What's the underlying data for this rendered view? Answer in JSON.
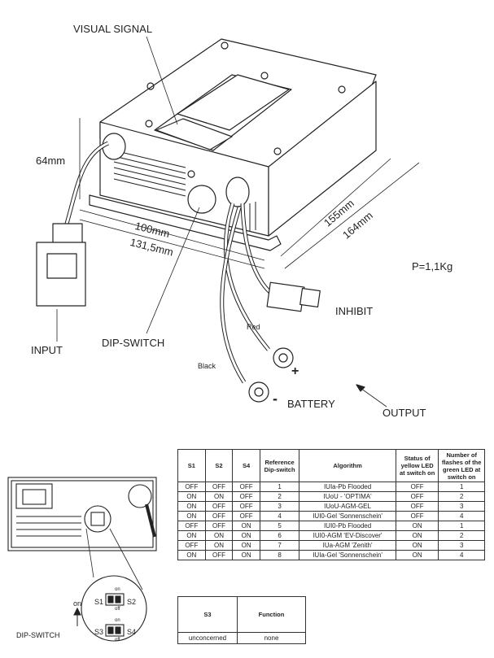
{
  "labels": {
    "visual_signal": "VISUAL SIGNAL",
    "height": "64mm",
    "width_100": "100mm",
    "width_131": "131,5mm",
    "len_155": "155mm",
    "len_164": "164mm",
    "weight": "P=1,1Kg",
    "inhibit": "INHIBIT",
    "input": "INPUT",
    "dip_switch": "DIP-SWITCH",
    "red": "Red",
    "black": "Black",
    "plus": "+",
    "minus": "-",
    "battery": "BATTERY",
    "output": "OUTPUT",
    "on": "on",
    "dip_switch_2": "DIP-SWITCH",
    "s1": "S1",
    "s2": "S2",
    "s3": "S3",
    "s4": "S4",
    "off1": "off",
    "off2": "off",
    "on_small1": "on",
    "on_small2": "on"
  },
  "algo_table": {
    "headers": [
      "S1",
      "S2",
      "S4",
      "Reference Dip-switch",
      "Algorithm",
      "Status of yellow LED at switch on",
      "Number of flashes of the green LED at switch on"
    ],
    "rows": [
      [
        "OFF",
        "OFF",
        "OFF",
        "1",
        "IUIa-Pb Flooded",
        "OFF",
        "1"
      ],
      [
        "ON",
        "ON",
        "OFF",
        "2",
        "IUoU - 'OPTIMA'",
        "OFF",
        "2"
      ],
      [
        "ON",
        "OFF",
        "OFF",
        "3",
        "IUoU-AGM-GEL",
        "OFF",
        "3"
      ],
      [
        "ON",
        "OFF",
        "OFF",
        "4",
        "IUI0-Gel 'Sonnenschein'",
        "OFF",
        "4"
      ],
      [
        "OFF",
        "OFF",
        "ON",
        "5",
        "IUI0-Pb Flooded",
        "ON",
        "1"
      ],
      [
        "ON",
        "ON",
        "ON",
        "6",
        "IUI0-AGM 'EV-Discover'",
        "ON",
        "2"
      ],
      [
        "OFF",
        "ON",
        "ON",
        "7",
        "IUa-AGM 'Zenith'",
        "ON",
        "3"
      ],
      [
        "ON",
        "OFF",
        "ON",
        "8",
        "IUIa-Gel 'Sonnenschein'",
        "ON",
        "4"
      ]
    ]
  },
  "s3_table": {
    "headers": [
      "S3",
      "Function"
    ],
    "rows": [
      [
        "unconcerned",
        "none"
      ]
    ]
  }
}
